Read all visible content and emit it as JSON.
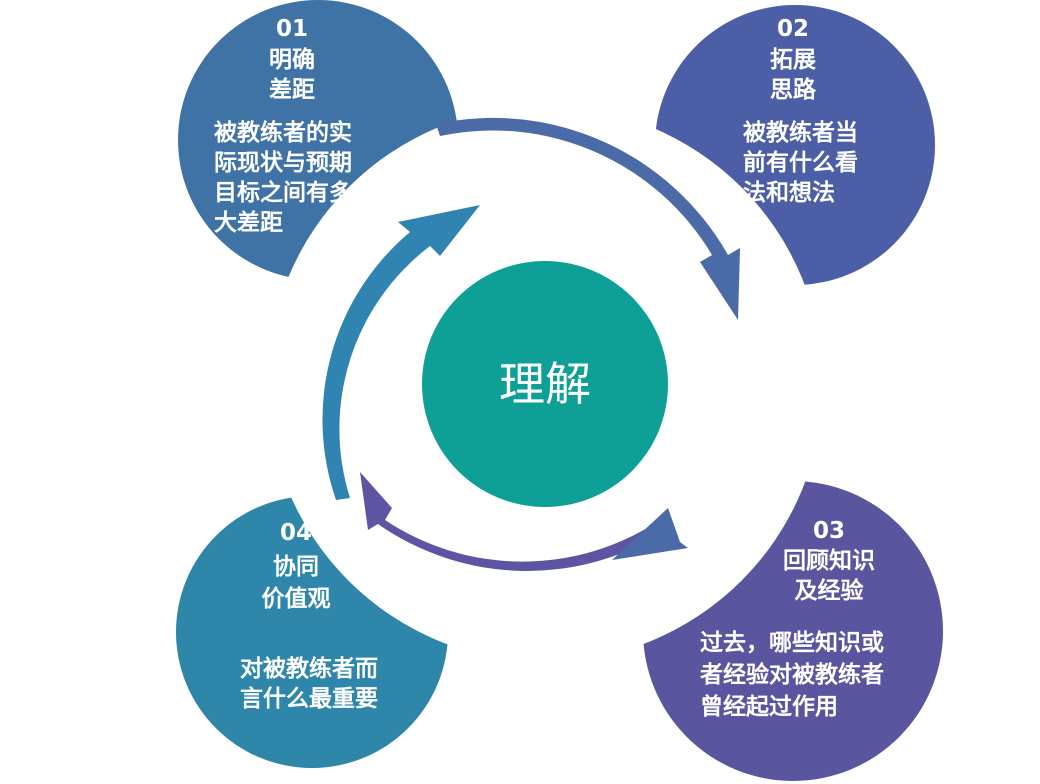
{
  "center": {
    "label": "理解",
    "color": "#0e9f97"
  },
  "colors": {
    "step1": "#3f72a5",
    "step2": "#4c5ea6",
    "step3": "#5a559f",
    "step4": "#2e86aa",
    "arrow_right": "#4a6aa8",
    "arrow_bottom": "#5d54a3",
    "arrow_left": "#2f84b2"
  },
  "steps": [
    {
      "number": "01",
      "title_lines": [
        "明确",
        "差距"
      ],
      "desc_lines": [
        "被教练者的实",
        "际现状与预期",
        "目标之间有多",
        "大差距"
      ]
    },
    {
      "number": "02",
      "title_lines": [
        "拓展",
        "思路"
      ],
      "desc_lines": [
        "被教练者当",
        "前有什么看",
        "法和想法"
      ]
    },
    {
      "number": "03",
      "title_lines": [
        "回顾知识",
        "及经验"
      ],
      "desc_lines": [
        "过去，哪些知识或",
        "者经验对被教练者",
        "曾经起过作用"
      ]
    },
    {
      "number": "04",
      "title_lines": [
        "协同",
        "价值观"
      ],
      "desc_lines": [
        "对被教练者而",
        "言什么最重要"
      ]
    }
  ]
}
